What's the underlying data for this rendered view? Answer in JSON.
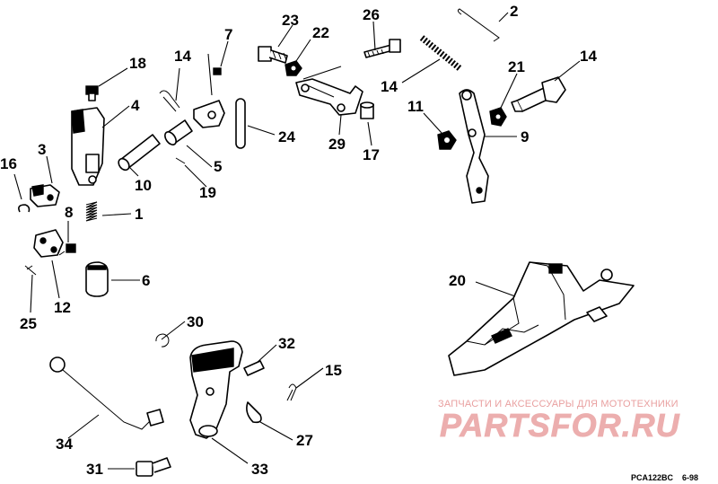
{
  "callouts": {
    "c1": "1",
    "c2": "2",
    "c3": "3",
    "c4": "4",
    "c5": "5",
    "c6": "6",
    "c7": "7",
    "c8": "8",
    "c9": "9",
    "c10": "10",
    "c11": "11",
    "c12": "12",
    "c14a": "14",
    "c14b": "14",
    "c14c": "14",
    "c15": "15",
    "c16": "16",
    "c17": "17",
    "c18": "18",
    "c19": "19",
    "c20": "20",
    "c21": "21",
    "c22": "22",
    "c23": "23",
    "c24": "24",
    "c25": "25",
    "c26": "26",
    "c27": "27",
    "c29": "29",
    "c30": "30",
    "c31": "31",
    "c32": "32",
    "c33": "33",
    "c34": "34"
  },
  "watermark": {
    "tagline": "ЗАПЧАСТИ И АКСЕССУАРЫ ДЛЯ МОТОТЕХНИКИ",
    "logo": "PARTSFOR.RU",
    "color": "#e9a0a0"
  },
  "reference": {
    "code": "PCA122BC",
    "date": "6-98"
  }
}
